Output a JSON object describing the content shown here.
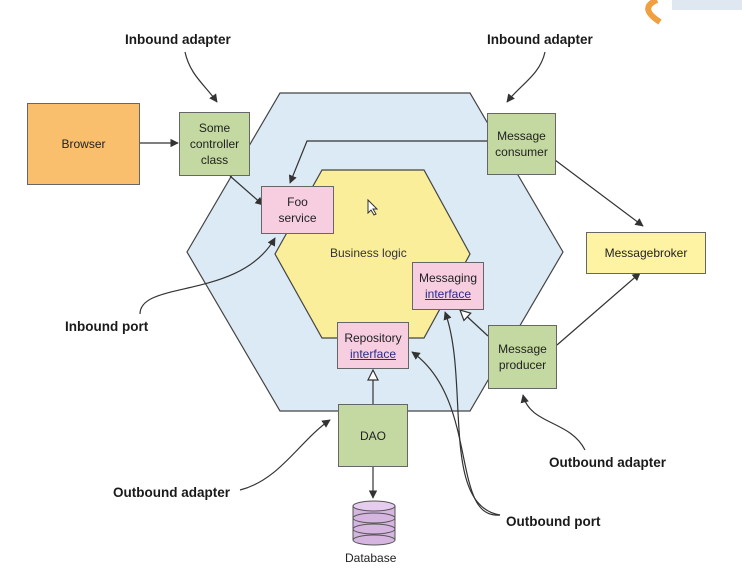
{
  "annotations": {
    "inbound_adapter_left": "Inbound adapter",
    "inbound_adapter_right": "Inbound adapter",
    "inbound_port": "Inbound port",
    "outbound_adapter_bottom_left": "Outbound adapter",
    "outbound_adapter_right": "Outbound adapter",
    "outbound_port": "Outbound port"
  },
  "nodes": {
    "browser": "Browser",
    "controller": [
      "Some",
      "controller",
      "class"
    ],
    "foo_service": [
      "Foo",
      "service"
    ],
    "business_logic": "Business logic",
    "messaging_interface": [
      "Messaging",
      "interface"
    ],
    "repository_interface": [
      "Repository",
      "interface"
    ],
    "message_consumer": [
      "Message",
      "consumer"
    ],
    "message_producer": [
      "Message",
      "producer"
    ],
    "messagebroker": "Messagebroker",
    "dao": "DAO",
    "database": "Database"
  },
  "colors": {
    "outer_hexagon": "#dbeaf4",
    "inner_hexagon": "#fbee9a",
    "browser": "#f9bf6c",
    "adapter": "#c3d9a1",
    "port": "#f7cde0",
    "broker": "#fdf3a3",
    "database": "#d6b6e0"
  }
}
